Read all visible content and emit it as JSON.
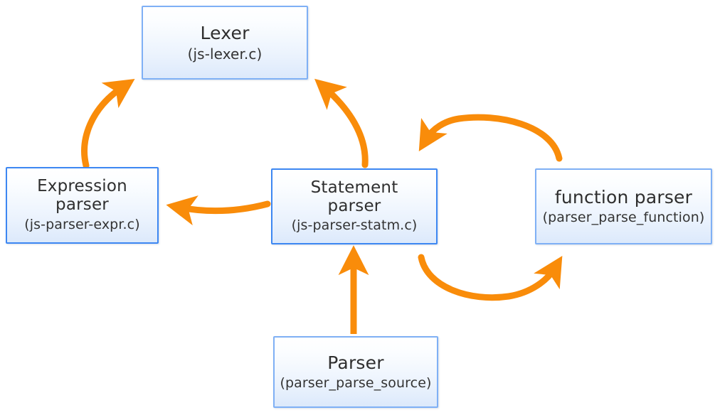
{
  "diagram": {
    "type": "flow-diagram",
    "background_color": "#ffffff",
    "accent_color": "#f98c0a",
    "node_border_color": "#3d87f2",
    "node_border_color_light": "#7fb0f5",
    "node_fill_top": "#ffffff",
    "node_fill_bottom": "#dce9fb",
    "nodes": [
      {
        "id": "lexer",
        "title": "Lexer",
        "subtitle": "(js-lexer.c)"
      },
      {
        "id": "expression",
        "title": "Expression\nparser",
        "title_line1": "Expression",
        "title_line2": "parser",
        "subtitle": "(js-parser-expr.c)"
      },
      {
        "id": "statement",
        "title": "Statement\nparser",
        "title_line1": "Statement",
        "title_line2": "parser",
        "subtitle": "(js-parser-statm.c)"
      },
      {
        "id": "function",
        "title": "function parser",
        "subtitle": "(parser_parse_function)"
      },
      {
        "id": "parser",
        "title": "Parser",
        "subtitle": "(parser_parse_source)"
      }
    ],
    "edges": [
      {
        "id": "expression-to-lexer",
        "from": "expression",
        "to": "lexer",
        "style": "curved-arrow"
      },
      {
        "id": "statement-to-lexer",
        "from": "statement",
        "to": "lexer",
        "style": "curved-arrow"
      },
      {
        "id": "statement-to-expression",
        "from": "statement",
        "to": "expression",
        "style": "curved-arrow"
      },
      {
        "id": "function-to-statement",
        "from": "function",
        "to": "statement",
        "style": "arc-arrow-top"
      },
      {
        "id": "statement-to-function",
        "from": "statement",
        "to": "function",
        "style": "arc-arrow-bottom"
      },
      {
        "id": "parser-to-statement",
        "from": "parser",
        "to": "statement",
        "style": "straight-arrow"
      }
    ]
  }
}
